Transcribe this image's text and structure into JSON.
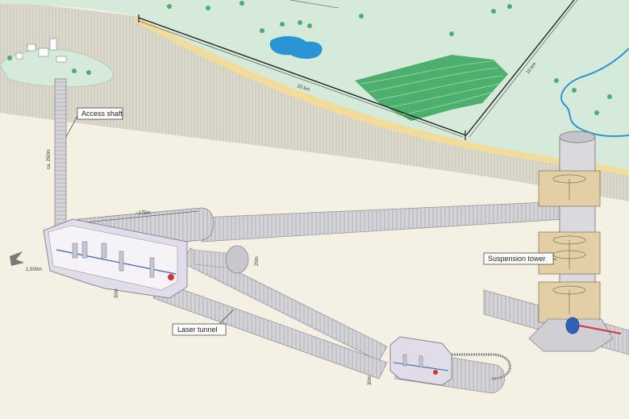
{
  "labels": {
    "access_shaft": "Access shaft",
    "laser_tunnel": "Laser tunnel",
    "suspension_tower": "Suspension tower"
  },
  "dimensions": {
    "arm_length_1": "10 km",
    "arm_length_2": "10 km",
    "cavern_length": "~175m",
    "shaft_depth": "ca. 250m",
    "tunnel_height": "20m",
    "cavern_height_1": "30m",
    "cavern_height_2": "30m",
    "depth_marker": "1,000m"
  },
  "colors": {
    "surface_green": "#d6ead9",
    "field_green": "#4caf6e",
    "lake_blue": "#2a95d5",
    "ground_cream": "#f4f1e4",
    "rock_face": "#d9d6c8",
    "tunnel_grey": "#d4d4d8",
    "cavern_lilac": "#e1dde8",
    "sand_strip": "#f1dc9c",
    "tower_tan": "#e2cfa6",
    "beam_red": "#d4343a",
    "mirror_blue": "#2f62b8"
  },
  "icons": [
    "tree-icon",
    "building-icon"
  ]
}
